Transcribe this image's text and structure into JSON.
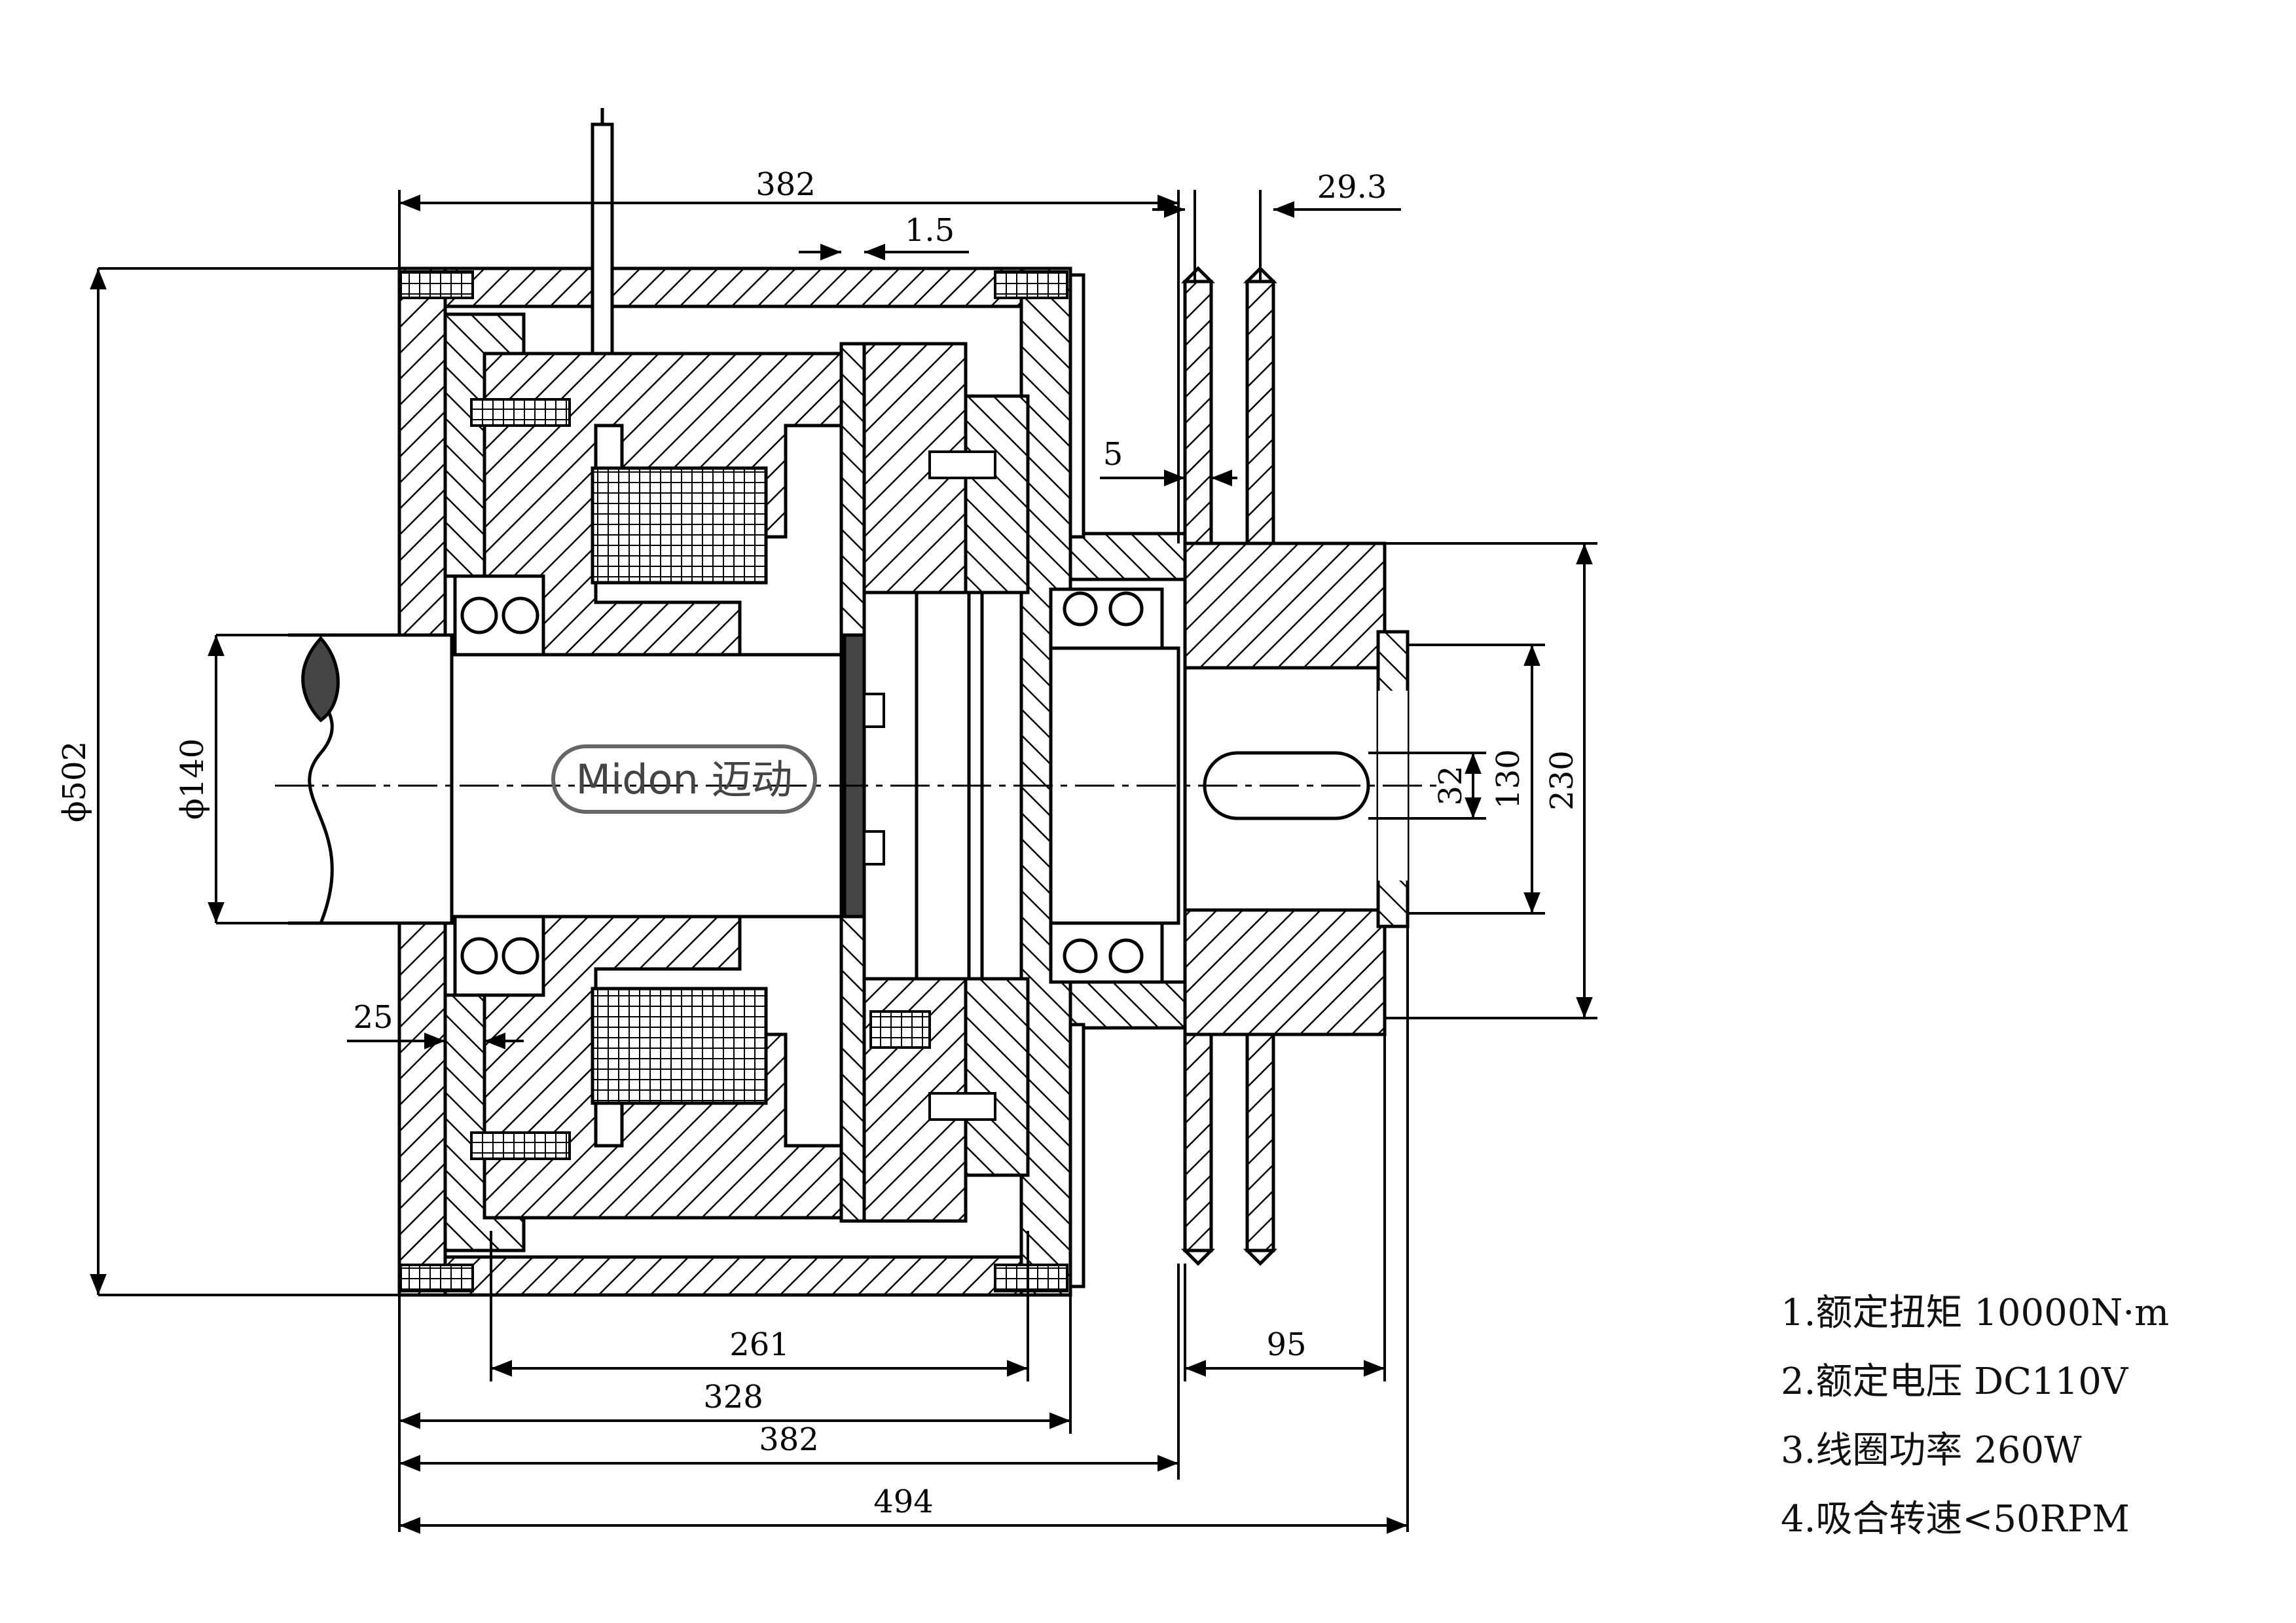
{
  "dimensions": {
    "top_width": "382",
    "gap": "1.5",
    "disc_spacing": "29.3",
    "disc_offset": "5",
    "outer_diameter": "ϕ502",
    "shaft_diameter": "ϕ140",
    "keyway": "32",
    "hub_inner": "130",
    "hub_outer": "230",
    "shoulder": "25",
    "bottom_261": "261",
    "bottom_328": "328",
    "bottom_382": "382",
    "bottom_494": "494",
    "hub_length": "95"
  },
  "logo": {
    "brand": "Midon 迈动"
  },
  "specs": [
    "1.额定扭矩 10000N·m",
    "2.额定电压 DC110V",
    "3.线圈功率 260W",
    "4.吸合转速<50RPM"
  ],
  "colors": {
    "line": "#000000",
    "hatch": "#000000",
    "fill_dark": "#444444",
    "background": "#ffffff"
  }
}
